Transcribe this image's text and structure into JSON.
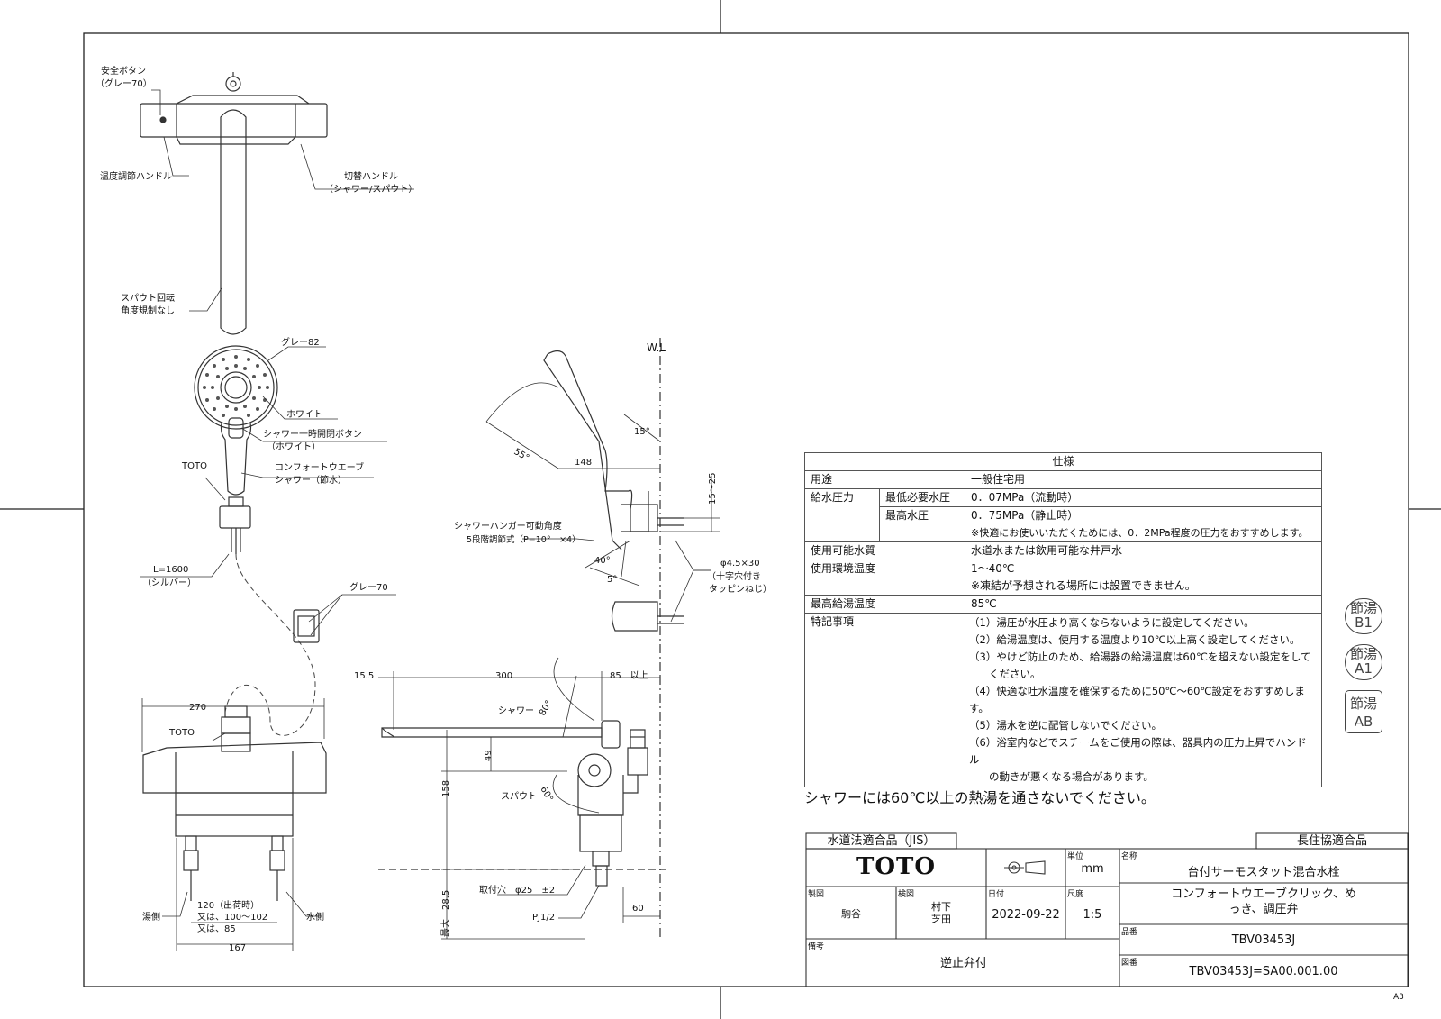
{
  "callouts": {
    "safety_button": "安全ボタン",
    "safety_button_color": "（グレー70）",
    "temp_handle": "温度調節ハンドル",
    "switch_handle": "切替ハンドル",
    "switch_handle_sub": "（シャワー/スパウト）",
    "spout_rotation": "スパウト回転",
    "spout_rotation_sub": "角度規制なし",
    "gray82": "グレー82",
    "white": "ホワイト",
    "shower_button": "シャワー一時開閉ボタン",
    "shower_button_sub": "（ホワイト）",
    "toto_head": "TOTO",
    "comfort_wave": "コンフォートウエーブ",
    "comfort_wave_sub": "シャワー（節水）",
    "hose_length": "L=1600",
    "hose_color": "（シルバー）",
    "gray70": "グレー70",
    "toto_body": "TOTO",
    "hot_side": "湯側",
    "cold_side": "水側",
    "wl": "W.L",
    "hanger": "シャワーハンガー可動角度",
    "hanger_sub": "5段階調節式（P=10°　×4）",
    "screw": "φ4.5×30",
    "screw_sub1": "（十字穴付き",
    "screw_sub2": "タッピンねじ）",
    "shower_lbl": "シャワー",
    "spout_lbl": "スパウト",
    "mount_hole": "取付穴　φ25　±2",
    "pj": "PJ1/2"
  },
  "dimensions": {
    "d270": "270",
    "d167": "167",
    "d120a": "120（出荷時）",
    "d120b": "又は、100～102",
    "d120c": "又は、85",
    "d15_5": "15.5",
    "d300": "300",
    "d85": "85　以上",
    "d49": "49",
    "d158": "158",
    "d28_5": "最大　28.5",
    "d60": "60",
    "d148": "148",
    "a55": "55°",
    "a15": "15°",
    "d15_25": "15～25",
    "a40": "40°",
    "a5": "5°",
    "a80": "80°",
    "a60": "60°"
  },
  "spec": {
    "header": "仕様",
    "usage_k": "用途",
    "usage_v": "一般住宅用",
    "pressure_k": "給水圧力",
    "min_k": "最低必要水圧",
    "min_v": "0．07MPa（流動時）",
    "max_k": "最高水圧",
    "max_v": "0．75MPa（静止時）",
    "pressure_note": "※快適にお使いいただくためには、0．2MPa程度の圧力をおすすめします。",
    "water_k": "使用可能水質",
    "water_v": "水道水または飲用可能な井戸水",
    "env_k": "使用環境温度",
    "env_v": "1～40℃",
    "env_note": "※凍結が予想される場所には設置できません。",
    "hot_k": "最高給湯温度",
    "hot_v": "85℃",
    "special_k": "特記事項",
    "s1": "（1）湯圧が水圧より高くならないように設定してください。",
    "s2": "（2）給湯温度は、使用する温度より10℃以上高く設定してください。",
    "s3a": "（3）やけど防止のため、給湯器の給湯温度は60℃を超えない設定をして",
    "s3b": "ください。",
    "s4": "（4）快適な吐水温度を確保するために50℃～60℃設定をおすすめします。",
    "s5": "（5）湯水を逆に配管しないでください。",
    "s6a": "（6）浴室内などでスチームをご使用の際は、器具内の圧力上昇でハンドル",
    "s6b": "の動きが悪くなる場合があります。"
  },
  "warning": "シャワーには60℃以上の熱湯を通さないでください。",
  "badges": [
    {
      "l1": "節湯",
      "l2": "B1"
    },
    {
      "l1": "節湯",
      "l2": "A1"
    },
    {
      "l1": "節湯",
      "l2": "AB"
    }
  ],
  "titleblock": {
    "jis": "水道法適合品（JIS）",
    "chojukyo": "長住協適合品",
    "logo": "TOTO",
    "unit_k": "単位",
    "unit_v": "mm",
    "name_k": "名称",
    "name_v": "台付サーモスタット混合水栓",
    "name_v2a": "コンフォートウエーブクリック、め",
    "name_v2b": "っき、調圧弁",
    "draw_k": "製図",
    "draw_v": "駒谷",
    "check_k": "検図",
    "check_v1": "村下",
    "check_v2": "芝田",
    "date_k": "日付",
    "date_v": "2022-09-22",
    "scale_k": "尺度",
    "scale_v": "1:5",
    "part_k": "品番",
    "part_v": "TBV03453J",
    "remark_k": "備考",
    "remark_v": "逆止弁付",
    "dwg_k": "図番",
    "dwg_v": "TBV03453J=SA00.001.00"
  },
  "sheet_size": "A3"
}
